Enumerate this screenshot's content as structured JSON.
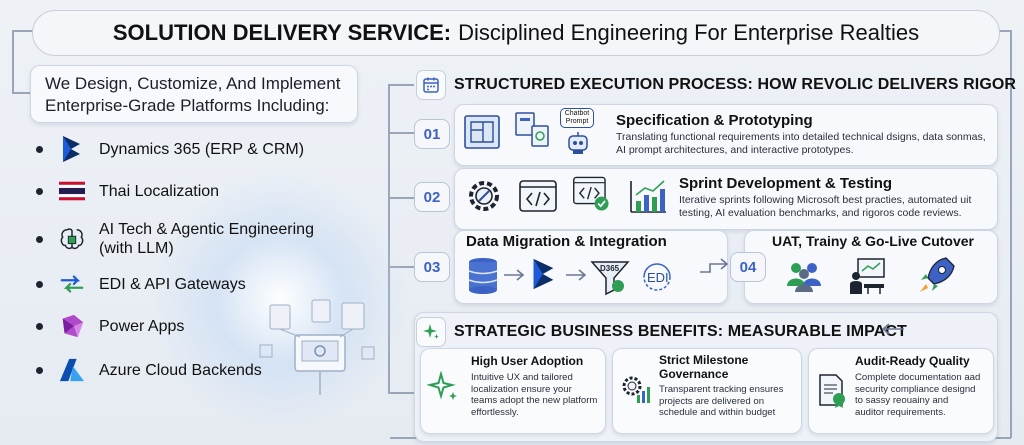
{
  "title": {
    "bold": "SOLUTION DELIVERY SERVICE:",
    "rest": "Disciplined Engineering For Enterprise Realties"
  },
  "intro": {
    "line1": "We Design, Customize, And Implement",
    "line2": "Enterprise-Grade Platforms Including:"
  },
  "platforms": [
    {
      "label": "Dynamics 365 (ERP & CRM)",
      "icon": "dynamics-icon"
    },
    {
      "label": "Thai Localization",
      "icon": "thai-flag-icon"
    },
    {
      "label": "AI Tech & Agentic Engineering",
      "label2": "(with LLM)",
      "icon": "ai-brain-icon"
    },
    {
      "label": "EDI & API Gateways",
      "icon": "sync-arrows-icon"
    },
    {
      "label": "Power Apps",
      "icon": "power-apps-icon"
    },
    {
      "label": "Azure Cloud Backends",
      "icon": "azure-icon"
    }
  ],
  "process": {
    "heading": "STRUCTURED EXECUTION PROCESS: HOW REVOLIC DELIVERS RIGOR",
    "steps": [
      {
        "num": "01",
        "title": "Specification & Prototyping",
        "desc1": "Translating functional requirements into detailed technical dsigns, data sonmas,",
        "desc2": "AI prompt architectures, and interactive prototypes.",
        "icon_label1": "Chatbot",
        "icon_label2": "Prompt"
      },
      {
        "num": "02",
        "title": "Sprint Development & Testing",
        "desc1": "Iterative sprints following Microsoft best practies, automated uit",
        "desc2": "testing, AI evaluation benchmarks, and rigoros code reviews."
      },
      {
        "num": "03",
        "title": "Data Migration & Integration",
        "funnel_label": "D365",
        "edi_label": "EDI"
      },
      {
        "num": "04",
        "title": "UAT, Trainy & Go-Live Cutover"
      }
    ]
  },
  "benefits": {
    "heading": "STRATEGIC BUSINESS BENEFITS: MEASURABLE IMPACT",
    "items": [
      {
        "title": "High User Adoption",
        "lines": [
          "Intuitive UX and tailored",
          "localization ensure your",
          "teams adopt the new platform",
          "effortlessly."
        ]
      },
      {
        "title": "Strict Milestone",
        "title2": "Governance",
        "lines": [
          "Transparent tracking ensures",
          "projects are delivered on",
          "schedule and within budget"
        ]
      },
      {
        "title": "Audit-Ready Quality",
        "lines": [
          "Complete documentation aad",
          "security compliance designd",
          "to sassy reouainy and",
          "auditor requirements."
        ]
      }
    ]
  },
  "colors": {
    "accent_blue": "#3b62c4",
    "green": "#2f9e55",
    "dynamics": "#0b2e6b",
    "azure": "#0a6fd8",
    "power_apps": "#8a2bb0"
  }
}
